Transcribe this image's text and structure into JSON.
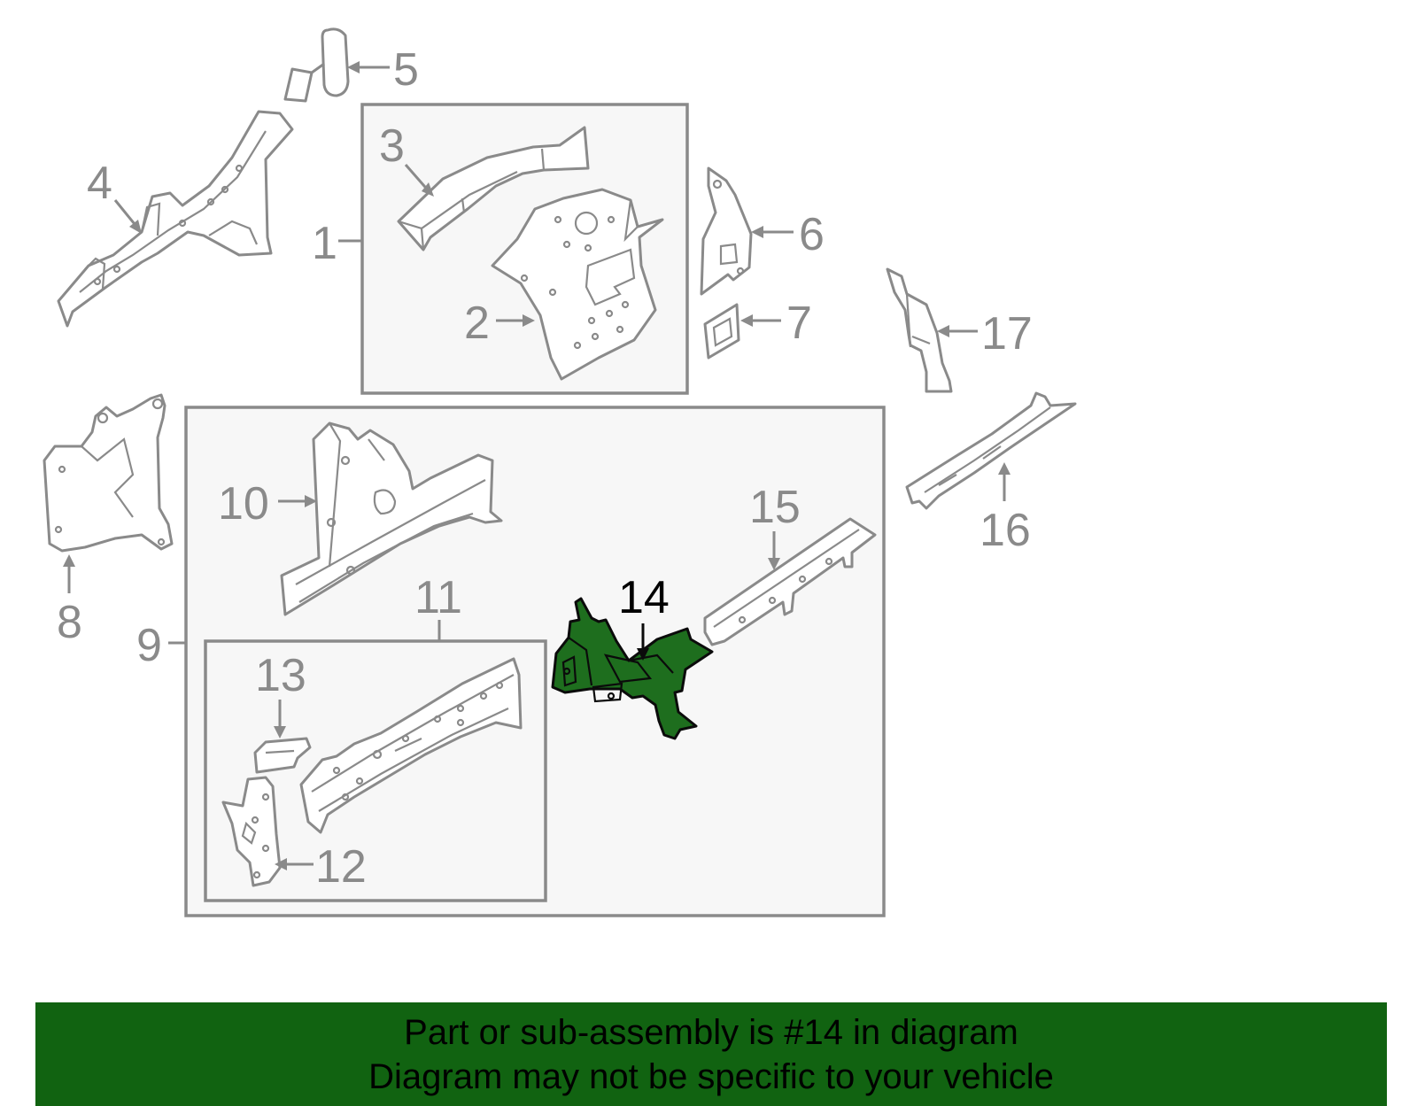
{
  "colors": {
    "highlight": "#1e6e1e",
    "banner": "#116311",
    "line": "#8a8a8a",
    "box_fill": "#f7f7f7"
  },
  "callouts": [
    "1",
    "2",
    "3",
    "4",
    "5",
    "6",
    "7",
    "8",
    "9",
    "10",
    "11",
    "12",
    "13",
    "14",
    "15",
    "16",
    "17"
  ],
  "highlighted_part": "14",
  "banner": {
    "line1": "Part or sub-assembly is #14 in diagram",
    "line2": "Diagram may not be specific to your vehicle"
  }
}
